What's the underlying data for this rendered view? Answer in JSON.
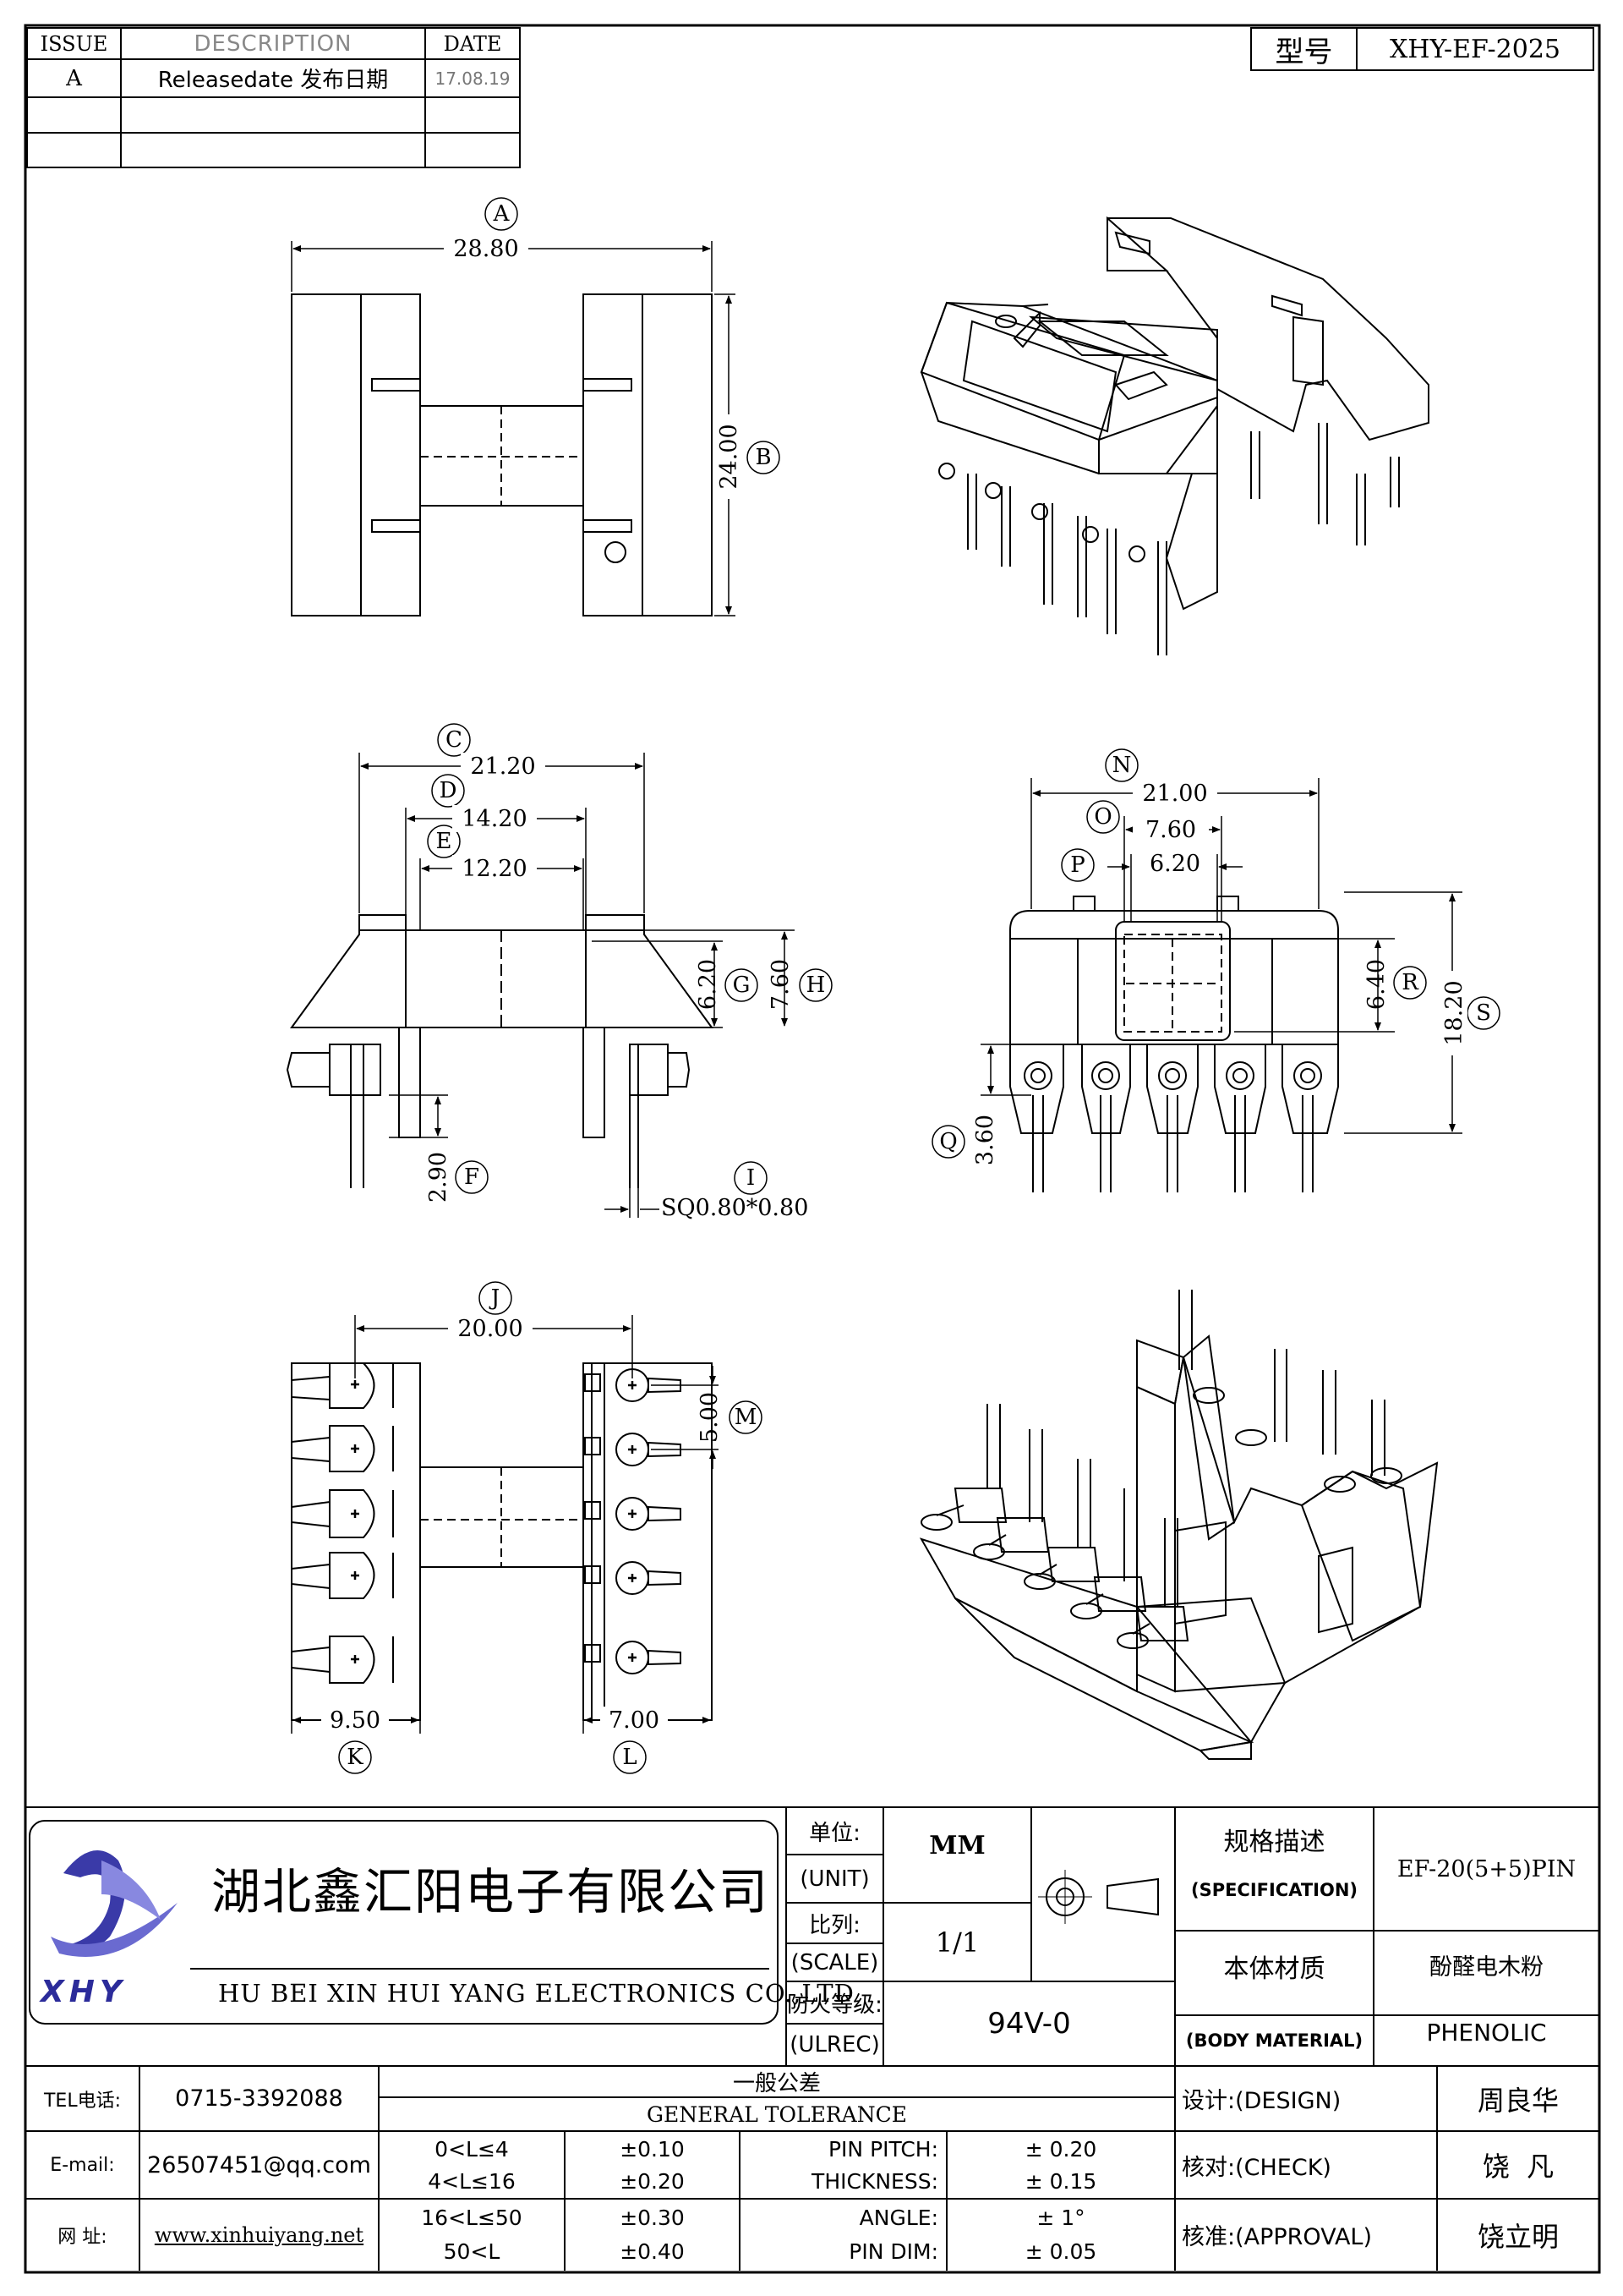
{
  "revision_table": {
    "headers": {
      "issue": "ISSUE",
      "description": "DESCRIPTION",
      "date": "DATE"
    },
    "rows": [
      {
        "issue": "A",
        "description": "Releasedate 发布日期",
        "date": "17.08.19"
      },
      {
        "issue": "",
        "description": "",
        "date": ""
      },
      {
        "issue": "",
        "description": "",
        "date": ""
      }
    ]
  },
  "model_box": {
    "label": "型号",
    "value": "XHY-EF-2025"
  },
  "views": {
    "top": {
      "A_letter": "A",
      "A_value": "28.80",
      "B_letter": "B",
      "B_value": "24.00"
    },
    "front": {
      "C_letter": "C",
      "C_value": "21.20",
      "D_letter": "D",
      "D_value": "14.20",
      "E_letter": "E",
      "E_value": "12.20",
      "G_letter": "G",
      "G_value": "6.20",
      "H_letter": "H",
      "H_value": "7.60",
      "F_letter": "F",
      "F_value": "2.90",
      "I_letter": "I",
      "I_value": "SQ0.80*0.80"
    },
    "side": {
      "N_letter": "N",
      "N_value": "21.00",
      "O_letter": "O",
      "O_value": "7.60",
      "P_letter": "P",
      "P_value": "6.20",
      "R_letter": "R",
      "R_value": "6.40",
      "S_letter": "S",
      "S_value": "18.20",
      "Q_letter": "Q",
      "Q_value": "3.60"
    },
    "bottom": {
      "J_letter": "J",
      "J_value": "20.00",
      "M_letter": "M",
      "M_value": "5.00",
      "K_letter": "K",
      "K_value": "9.50",
      "L_letter": "L",
      "L_value": "7.00"
    }
  },
  "title_block": {
    "company_cn": "湖北鑫汇阳电子有限公司",
    "company_en": "HU BEI XIN HUI YANG ELECTRONICS CO.,LTD",
    "logo_text": "XHY",
    "unit_label_cn": "单位:",
    "unit_label_en": "(UNIT)",
    "unit_value": "MM",
    "scale_label_cn": "比列:",
    "scale_label_en": "(SCALE)",
    "scale_value": "1/1",
    "ul_label_cn": "防火等级:",
    "ul_label_en": "(ULREC)",
    "ul_value": "94V-0",
    "spec_label_cn": "规格描述",
    "spec_label_en": "(SPECIFICATION)",
    "spec_value": "EF-20(5+5)PIN",
    "material_label_cn": "本体材质",
    "material_label_en": "(BODY MATERIAL)",
    "material_value_cn": "酚醛电木粉",
    "material_value_en": "PHENOLIC",
    "tel_label": "TEL电话:",
    "tel_value": "0715-3392088",
    "email_label": "E-mail:",
    "email_value": "26507451@qq.com",
    "web_label": "网  址:",
    "web_value": "www.xinhuiyang.net",
    "tol_title_cn": "一般公差",
    "tol_title_en": "GENERAL TOLERANCE",
    "tol_ranges": [
      {
        "range": "0<L≤4",
        "tol": "±0.10"
      },
      {
        "range": "4<L≤16",
        "tol": "±0.20"
      },
      {
        "range": "16<L≤50",
        "tol": "±0.30"
      },
      {
        "range": "50<L",
        "tol": "±0.40"
      }
    ],
    "tol_items": [
      {
        "name": "PIN PITCH:",
        "tol": "± 0.20"
      },
      {
        "name": "THICKNESS:",
        "tol": "± 0.15"
      },
      {
        "name": "ANGLE:",
        "tol": "± 1°"
      },
      {
        "name": "PIN DIM:",
        "tol": "± 0.05"
      }
    ],
    "design_label": "设计:(DESIGN)",
    "design_value": "周良华",
    "check_label": "核对:(CHECK)",
    "check_value": "饶  凡",
    "approval_label": "核准:(APPROVAL)",
    "approval_value": "饶立明"
  }
}
